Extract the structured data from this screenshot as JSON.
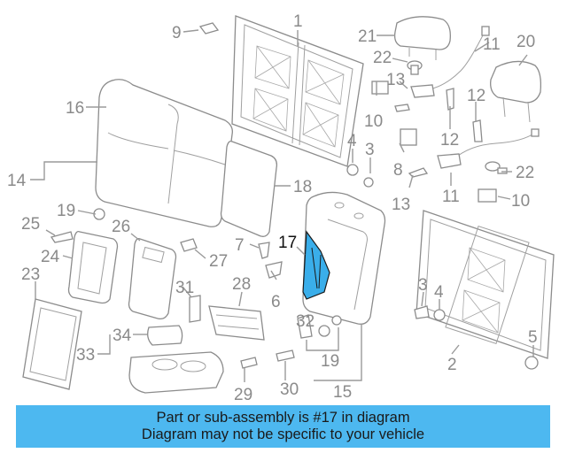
{
  "callouts": {
    "n1": "1",
    "n2": "2",
    "n3a": "3",
    "n3b": "3",
    "n4a": "4",
    "n4b": "4",
    "n5": "5",
    "n6": "6",
    "n7": "7",
    "n8": "8",
    "n9": "9",
    "n10a": "10",
    "n10b": "10",
    "n11a": "11",
    "n11b": "11",
    "n12a": "12",
    "n12b": "12",
    "n13a": "13",
    "n13b": "13",
    "n14": "14",
    "n15": "15",
    "n16": "16",
    "n17": "17",
    "n18": "18",
    "n19a": "19",
    "n19b": "19",
    "n20": "20",
    "n21": "21",
    "n22a": "22",
    "n22b": "22",
    "n23": "23",
    "n24": "24",
    "n25": "25",
    "n26": "26",
    "n27": "27",
    "n28": "28",
    "n29": "29",
    "n30": "30",
    "n31": "31",
    "n32": "32",
    "n33": "33",
    "n34": "34"
  },
  "highlight": {
    "part_number": "17",
    "color": "#3aaeea"
  },
  "banner": {
    "line1": "Part or sub-assembly is #17 in diagram",
    "line2": "Diagram may not be specific to your vehicle",
    "color": "#4db8f0"
  }
}
